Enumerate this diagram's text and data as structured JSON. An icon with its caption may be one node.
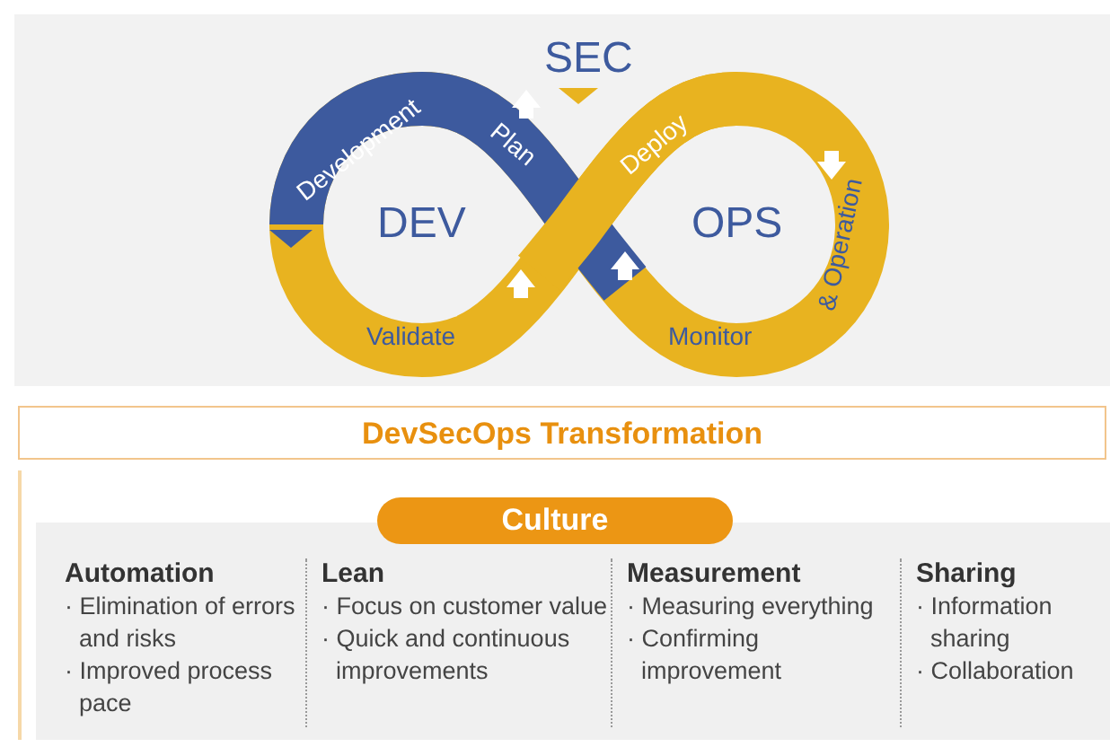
{
  "diagram": {
    "nodes": [
      {
        "text": [
          "DevSecOps Transformation"
        ]
      },
      {
        "text": [
          "Culture"
        ]
      },
      {
        "text": [
          "Automation",
          "· Elimination of errors and risks",
          "· Improved process pace"
        ],
        "in": 1
      },
      {
        "text": [
          "Lean",
          "· Focus on customer value",
          "· Quick and continuous improvements"
        ],
        "in": 1
      },
      {
        "text": [
          "Measurement",
          "· Measuring everything",
          "· Confirming improvement"
        ],
        "in": 1
      },
      {
        "text": [
          "Sharing",
          "· Information sharing",
          "· Collaboration"
        ],
        "in": 1
      }
    ],
    "edges": [],
    "labels": [
      "SEC",
      "Development",
      "Plan",
      "Deploy",
      "DEV",
      "OPS",
      "& Operation",
      "Validate",
      "Monitor"
    ]
  }
}
